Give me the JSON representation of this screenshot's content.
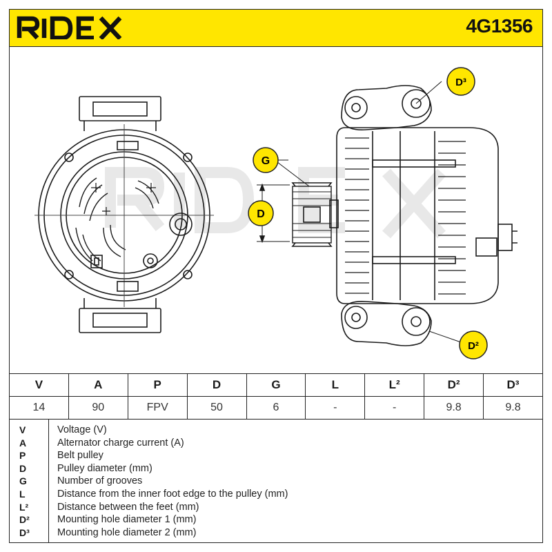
{
  "header": {
    "brand": "RIDEX",
    "part_number": "4G1356",
    "accent_color": "#ffe600"
  },
  "drawing": {
    "watermark": "RIDEX",
    "callouts": {
      "g": "G",
      "d": "D",
      "d3": "D³",
      "d2": "D²"
    }
  },
  "specs": {
    "headers": [
      "V",
      "A",
      "P",
      "D",
      "G",
      "L",
      "L²",
      "D²",
      "D³"
    ],
    "values": [
      "14",
      "90",
      "FPV",
      "50",
      "6",
      "-",
      "-",
      "9.8",
      "9.8"
    ]
  },
  "legend": [
    {
      "sym": "V",
      "desc": "Voltage (V)"
    },
    {
      "sym": "A",
      "desc": "Alternator charge current (A)"
    },
    {
      "sym": "P",
      "desc": "Belt pulley"
    },
    {
      "sym": "D",
      "desc": "Pulley diameter (mm)"
    },
    {
      "sym": "G",
      "desc": "Number of grooves"
    },
    {
      "sym": "L",
      "desc": "Distance from the inner foot edge to the pulley (mm)"
    },
    {
      "sym": "L²",
      "desc": "Distance between the feet (mm)"
    },
    {
      "sym": "D²",
      "desc": "Mounting hole diameter 1 (mm)"
    },
    {
      "sym": "D³",
      "desc": "Mounting hole diameter 2 (mm)"
    }
  ]
}
